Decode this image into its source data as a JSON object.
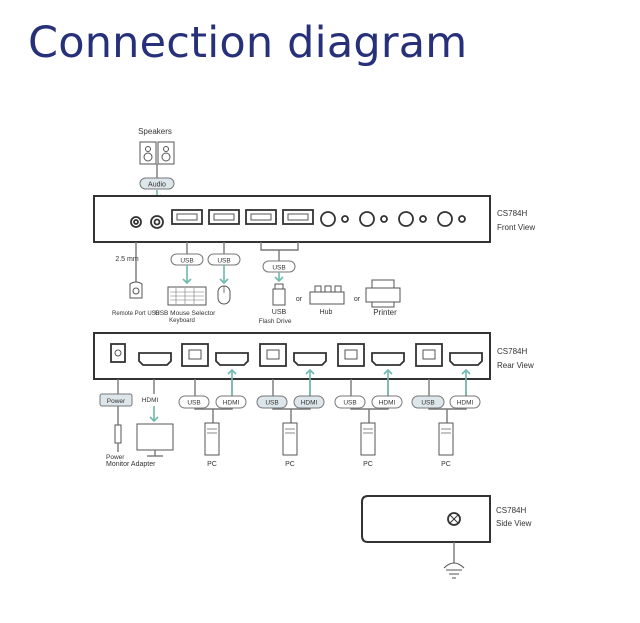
{
  "title": "Connection diagram",
  "colors": {
    "title": "#27317a",
    "cable_arrow": "#6fb9ae",
    "line": "#333333"
  },
  "front": {
    "model": "CS784H",
    "view": "Front View",
    "labels": {
      "speakers": "Speakers",
      "audio": "Audio",
      "jack": "2.5 mm",
      "usb_a": "USB",
      "usb_b": "USB",
      "usb_c": "USB",
      "remote": "Remote Port USB",
      "mouse_keyboard": "USB Mouse Selector",
      "keyboard": "Keyboard",
      "or_1": "or",
      "or_2": "or",
      "usb_flash": "USB",
      "flash": "Flash Drive",
      "hub": "Hub",
      "printer": "Printer"
    }
  },
  "rear": {
    "model": "CS784H",
    "view": "Rear View",
    "power": "Power",
    "hdmi": "HDMI",
    "power_adapter": "Power",
    "monitor_adapter": "Monitor Adapter",
    "ports": [
      {
        "usb": "USB",
        "hdmi": "HDMI",
        "pc": "PC"
      },
      {
        "usb": "USB",
        "hdmi": "HDMI",
        "pc": "PC"
      },
      {
        "usb": "USB",
        "hdmi": "HDMI",
        "pc": "PC"
      },
      {
        "usb": "USB",
        "hdmi": "HDMI",
        "pc": "PC"
      }
    ]
  },
  "side": {
    "model": "CS784H",
    "view": "Side View"
  }
}
